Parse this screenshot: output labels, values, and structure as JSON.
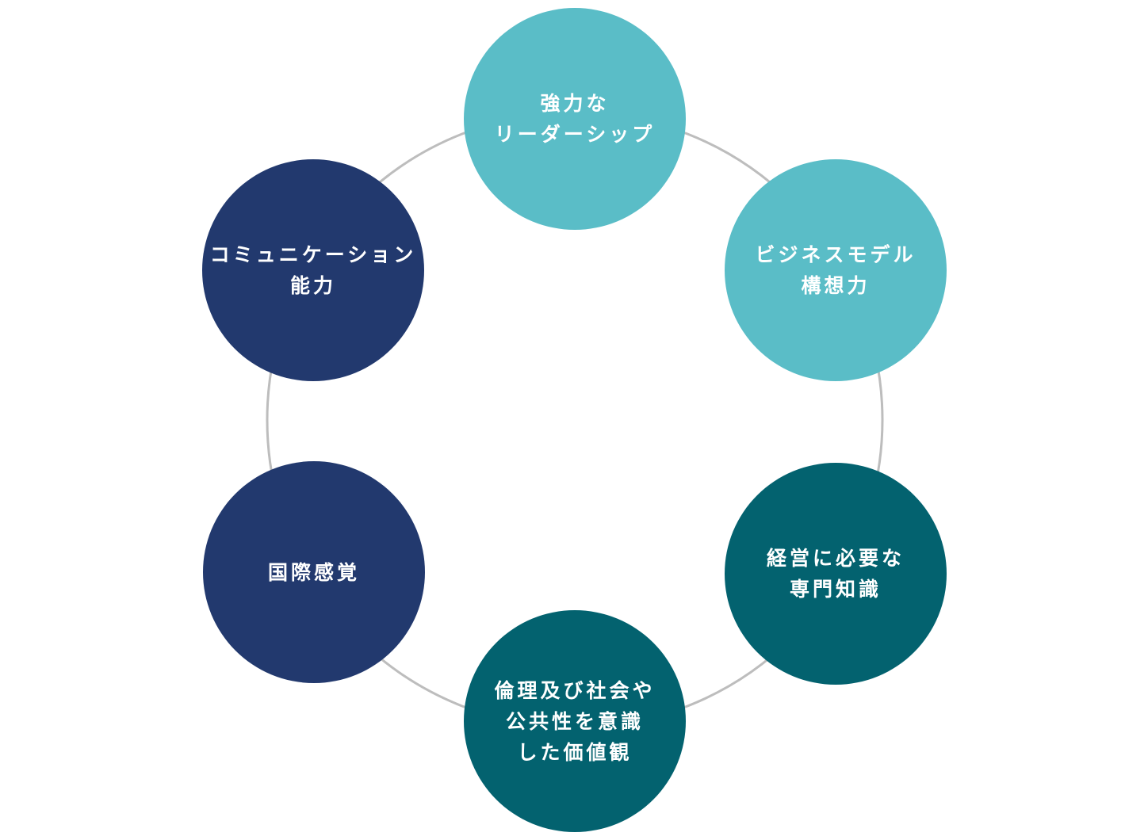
{
  "nodes": [
    {
      "lines": [
        "強力な",
        "リーダーシップ"
      ],
      "color": "#5abdc7"
    },
    {
      "lines": [
        "ビジネスモデル",
        "構想力"
      ],
      "color": "#5abdc7"
    },
    {
      "lines": [
        "経営に必要な",
        "専門知識"
      ],
      "color": "#03626f"
    },
    {
      "lines": [
        "倫理及び社会や",
        "公共性を意識",
        "した価値観"
      ],
      "color": "#03626f"
    },
    {
      "lines": [
        "国際感覚"
      ],
      "color": "#22396e"
    },
    {
      "lines": [
        "コミュニケーション",
        "能力"
      ],
      "color": "#22396e"
    }
  ]
}
